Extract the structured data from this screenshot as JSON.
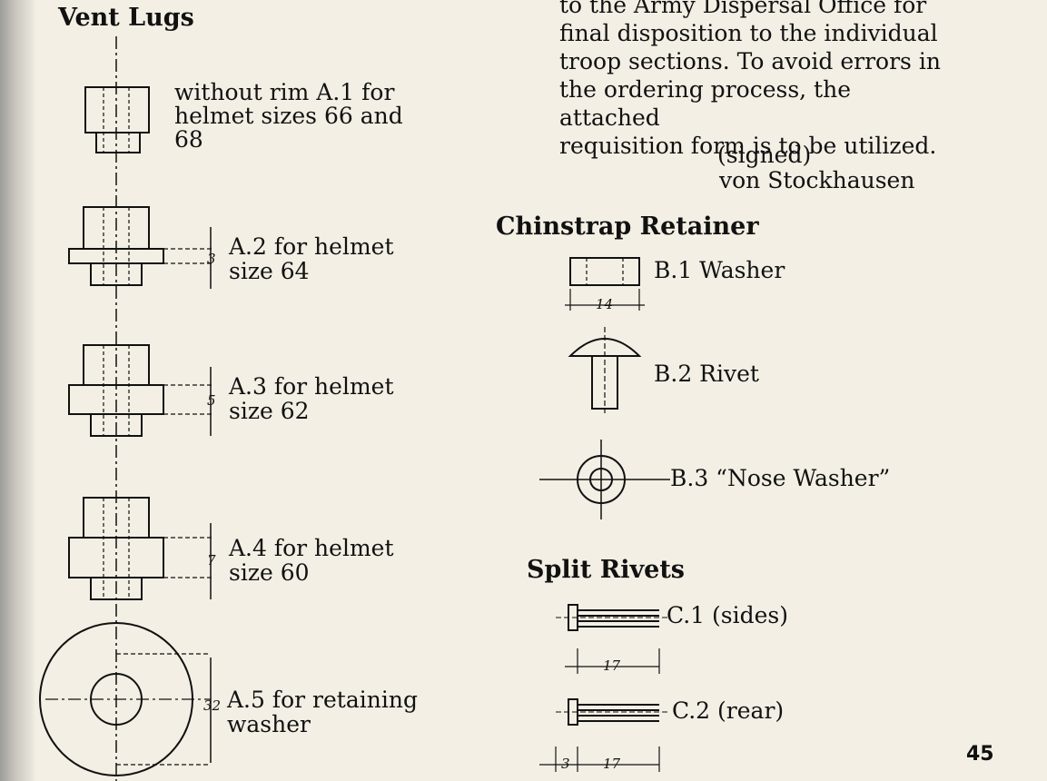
{
  "page_number": "45",
  "intro_lines": [
    "to the Army Dispersal Office for",
    "final disposition to the individual",
    "troop sections. To avoid errors in",
    "the ordering process, the attached",
    "requisition form is to be utilized."
  ],
  "signature": {
    "signed": "(signed)",
    "name": "von Stockhausen"
  },
  "vent_lugs": {
    "heading": "Vent Lugs",
    "items": [
      {
        "line1": "without rim A.1 for",
        "line2": "helmet sizes 66 and",
        "line3": "68"
      },
      {
        "line1": "A.2 for helmet",
        "line2": "size 64",
        "dim": "3"
      },
      {
        "line1": "A.3 for helmet",
        "line2": "size 62",
        "dim": "5"
      },
      {
        "line1": "A.4 for helmet",
        "line2": "size 60",
        "dim": "7"
      },
      {
        "line1": "A.5 for retaining",
        "line2": "washer",
        "dim": "32"
      }
    ]
  },
  "chinstrap": {
    "heading": "Chinstrap Retainer",
    "items": [
      {
        "label": "B.1 Washer",
        "dim": "14"
      },
      {
        "label": "B.2 Rivet"
      },
      {
        "label": "B.3 “Nose Washer”"
      }
    ]
  },
  "split_rivets": {
    "heading": "Split Rivets",
    "items": [
      {
        "label": "C.1 (sides)",
        "dim": "17"
      },
      {
        "label": "C.2 (rear)",
        "dim1": "3",
        "dim2": "17"
      }
    ]
  }
}
